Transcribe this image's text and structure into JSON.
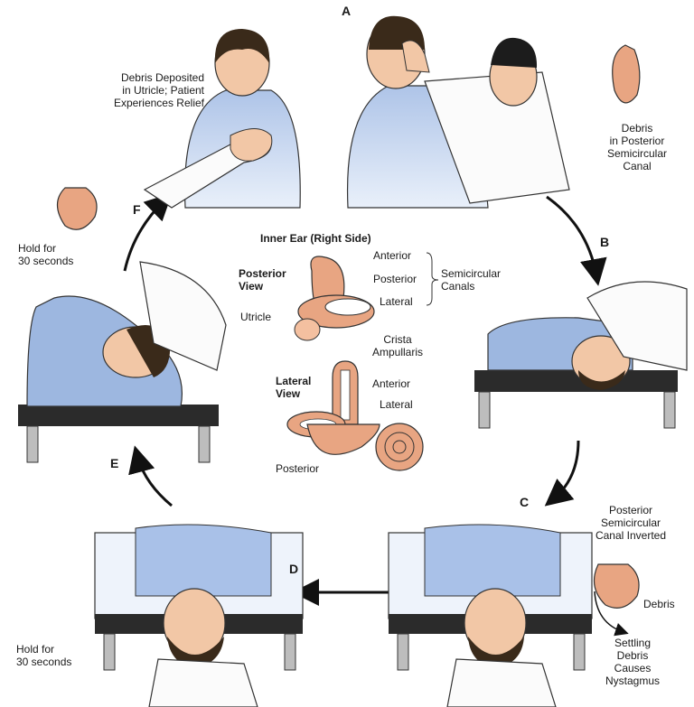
{
  "steps": {
    "a": "A",
    "b": "B",
    "c": "C",
    "d": "D",
    "e": "E",
    "f": "F"
  },
  "labels": {
    "debris_deposited": [
      "Debris Deposited",
      "in Utricle; Patient",
      "Experiences Relief"
    ],
    "debris_posterior": [
      "Debris",
      "in Posterior",
      "Semicircular",
      "Canal"
    ],
    "hold_f": [
      "Hold for",
      "30 seconds"
    ],
    "hold_d": [
      "Hold for",
      "30 seconds"
    ],
    "posterior_inverted": [
      "Posterior",
      "Semicircular",
      "Canal Inverted"
    ],
    "debris_c": "Debris",
    "settling": [
      "Settling",
      "Debris",
      "Causes",
      "Nystagmus"
    ]
  },
  "inner_ear": {
    "title": "Inner Ear (Right Side)",
    "posterior_view": [
      "Posterior",
      "View"
    ],
    "lateral_view": [
      "Lateral",
      "View"
    ],
    "anterior_1": "Anterior",
    "posterior_1": "Posterior",
    "lateral_1": "Lateral",
    "semicircular_canals": [
      "Semicircular",
      "Canals"
    ],
    "utricle": "Utricle",
    "crista": [
      "Crista",
      "Ampullaris"
    ],
    "anterior_2": "Anterior",
    "lateral_2": "Lateral",
    "posterior_2": "Posterior"
  },
  "colors": {
    "shirt": "#9db7e0",
    "skin": "#f2c7a6",
    "ear": "#e8a582",
    "table": "#2b2b2b",
    "hair": "#3a2a1a"
  }
}
